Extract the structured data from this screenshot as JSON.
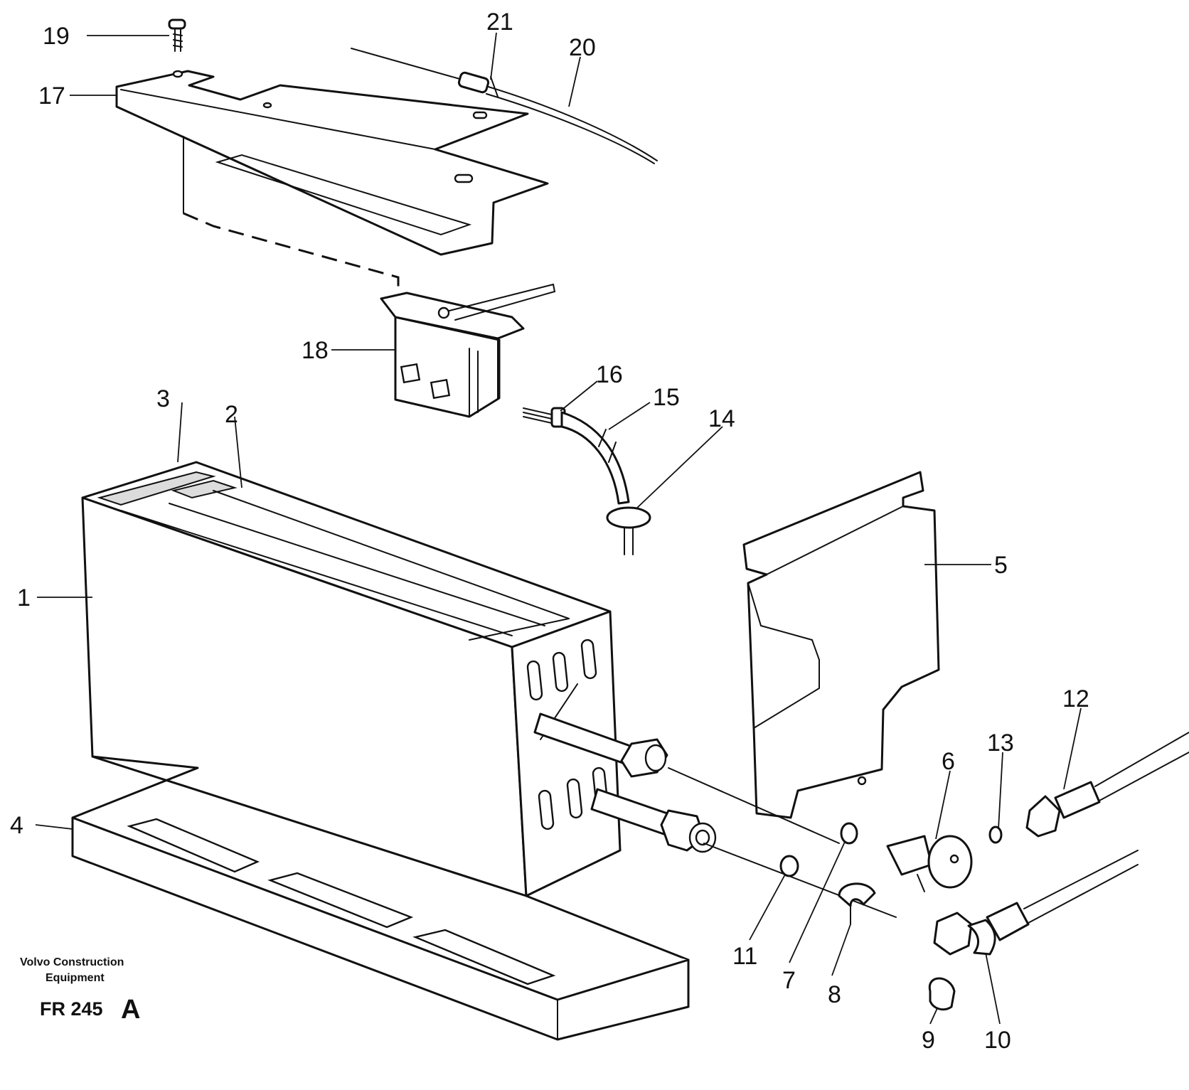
{
  "callouts": {
    "c1": "1",
    "c2": "2",
    "c3": "3",
    "c4": "4",
    "c5": "5",
    "c6": "6",
    "c7": "7",
    "c8": "8",
    "c9": "9",
    "c10": "10",
    "c11": "11",
    "c12": "12",
    "c13": "13",
    "c14": "14",
    "c15": "15",
    "c16": "16",
    "c17": "17",
    "c18": "18",
    "c19": "19",
    "c20": "20",
    "c21": "21"
  },
  "footer": {
    "brand_line1": "Volvo Construction",
    "brand_line2": "Equipment",
    "code": "FR 245",
    "code_suffix": "A"
  }
}
